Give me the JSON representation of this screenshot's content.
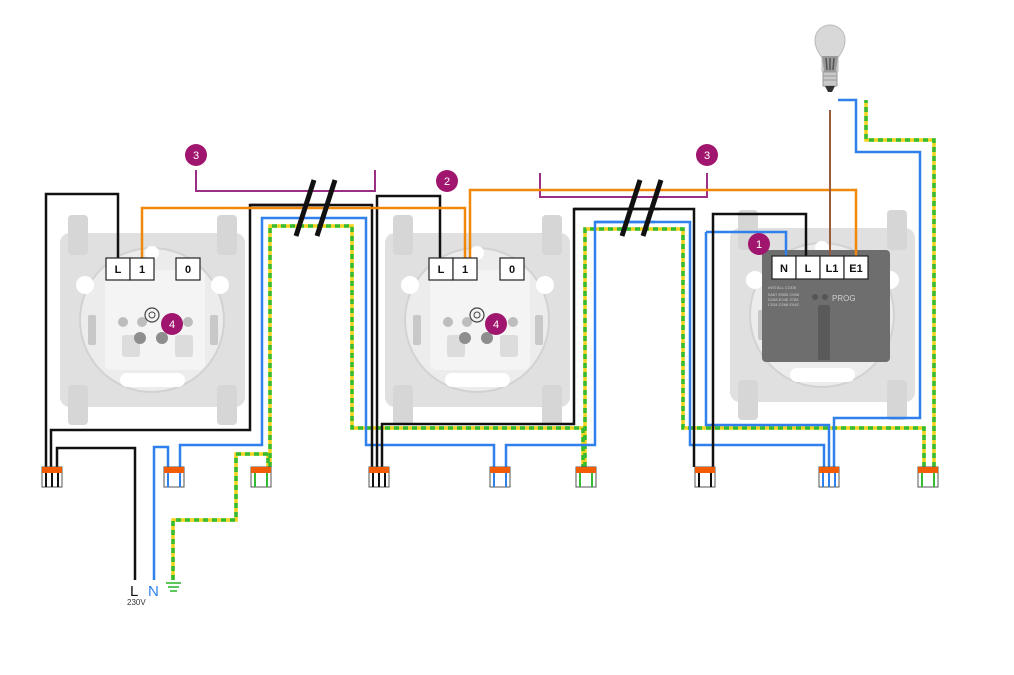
{
  "diagram": {
    "title": "Wiring diagram: two conventional switches and one connected dimmer controlling a lamp",
    "colors": {
      "live": "#111111",
      "neutral": "#2f80ed",
      "earth_green": "#33bb33",
      "earth_yellow": "#f2d21b",
      "switched": "#f0880a",
      "lamp_wire": "#9a5a3c",
      "bracket": "#9b2f86",
      "badge": "#a0166e",
      "connector_top": "#f25c05",
      "mounting_plate": "#dcdcdc",
      "module": "#6b6b6b"
    },
    "switches": [
      {
        "id": "switch-1",
        "terminals": [
          "L",
          "1",
          "0"
        ],
        "badge": "4"
      },
      {
        "id": "switch-2",
        "terminals": [
          "L",
          "1",
          "0"
        ],
        "badge": "4"
      }
    ],
    "dimmer": {
      "terminals": [
        "N",
        "L",
        "L1",
        "E1"
      ],
      "badge": "1",
      "label_install_code": "INSTALL CODE",
      "label_prog": "PROG",
      "code_lines": [
        "0A67 E9B5 C058",
        "D268 E04E 2785",
        "C034 D268 E04E"
      ]
    },
    "badges": [
      {
        "id": "badge-3-left",
        "label": "3"
      },
      {
        "id": "badge-2",
        "label": "2"
      },
      {
        "id": "badge-3-right",
        "label": "3"
      }
    ],
    "mains": {
      "live_label": "L",
      "neutral_label": "N",
      "earth_symbol": "⏚",
      "voltage_label": "230V"
    },
    "lamp": {
      "name": "LED bulb"
    }
  }
}
